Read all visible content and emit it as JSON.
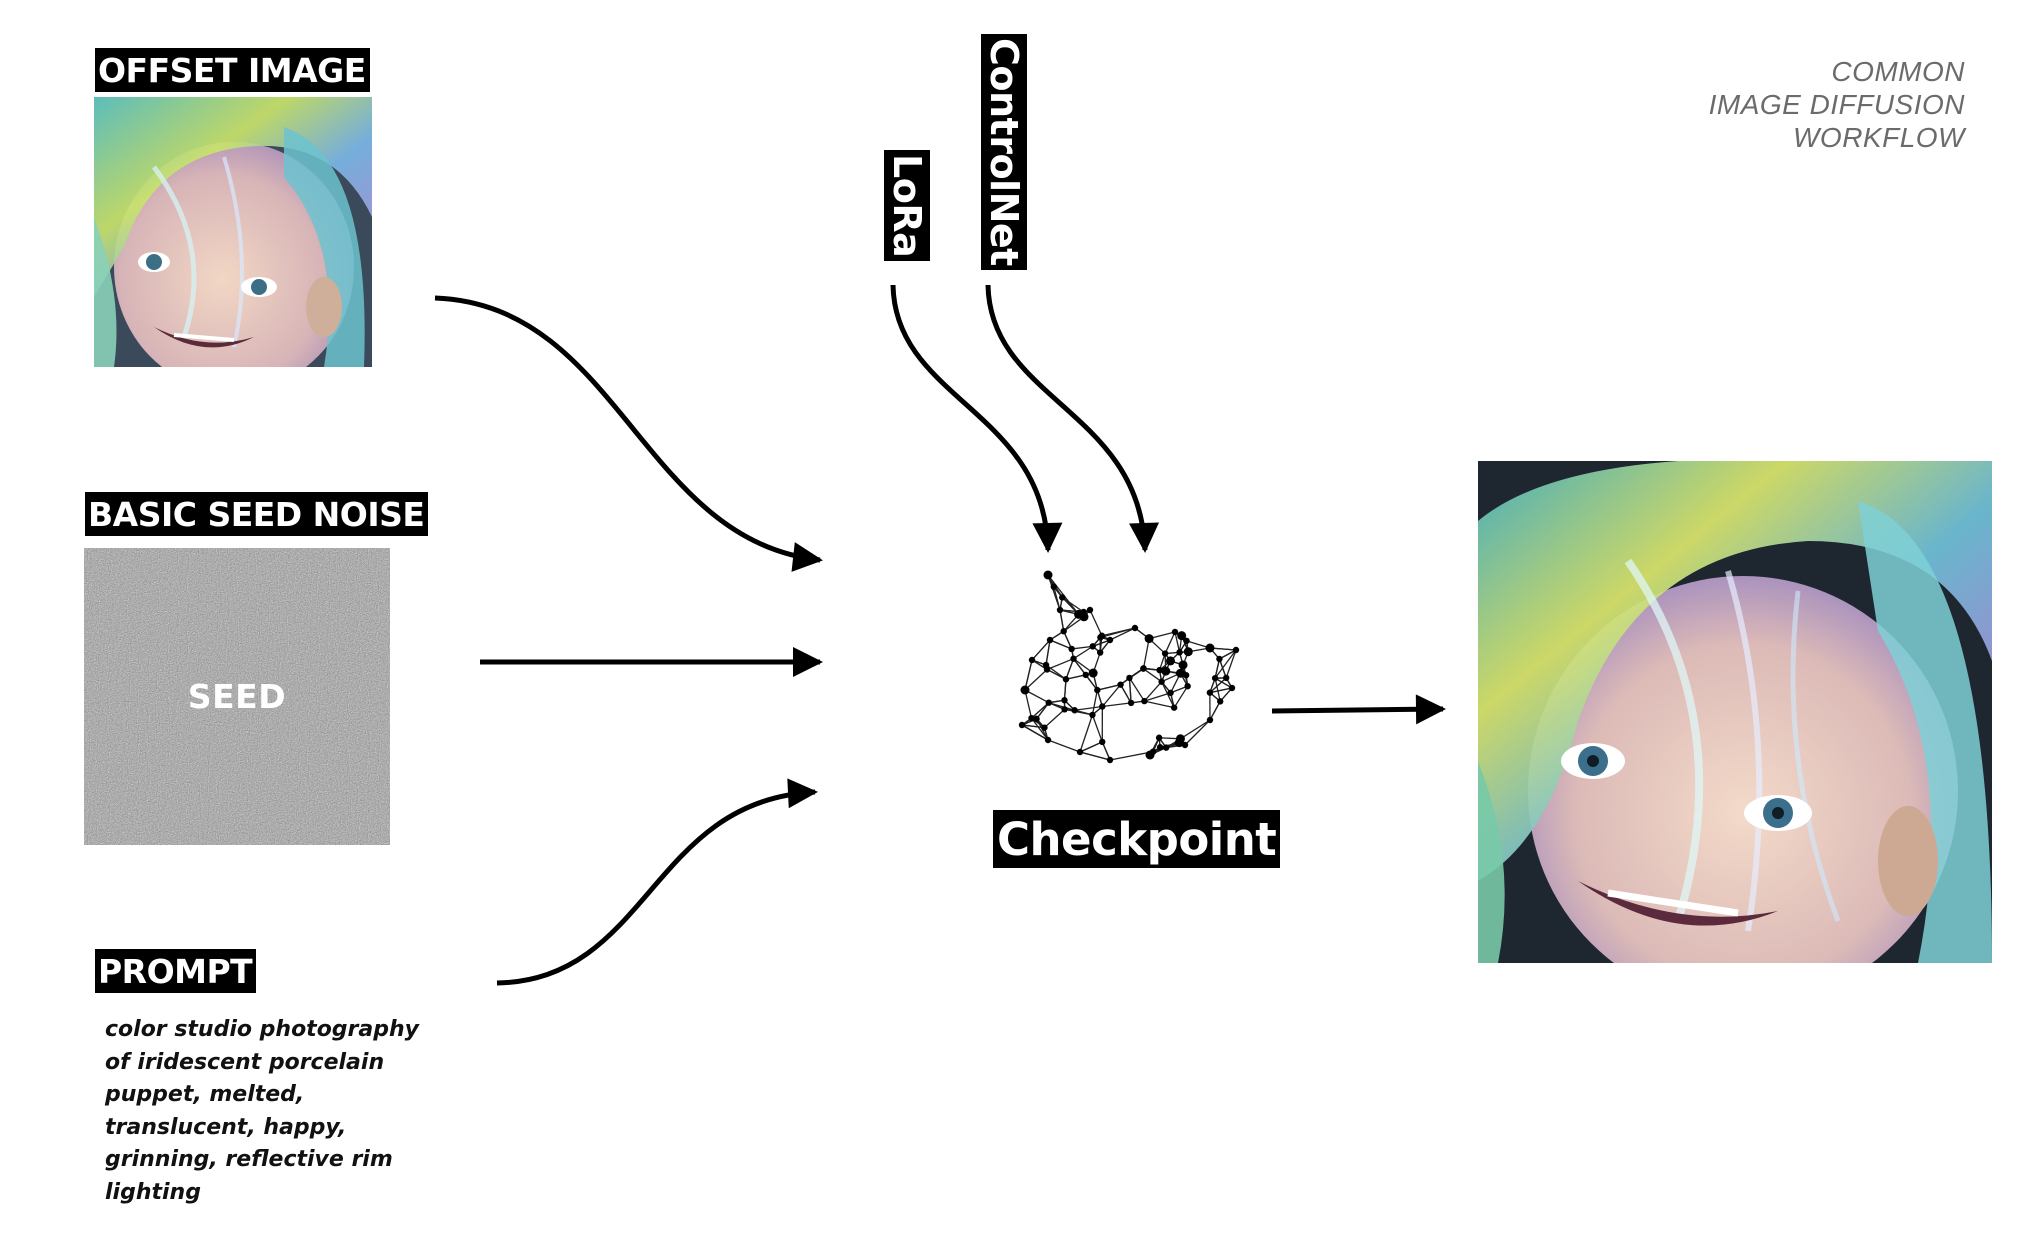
{
  "title": {
    "line1": "COMMON",
    "line2": "IMAGE DIFFUSION",
    "line3": "WORKFLOW"
  },
  "inputs": {
    "offset_image_label": "OFFSET IMAGE",
    "seed_noise_label": "BASIC SEED NOISE",
    "seed_text": "SEED",
    "prompt_label": "PROMPT",
    "prompt_lines": [
      "color studio photography",
      "of iridescent porcelain",
      "puppet, melted,",
      "translucent, happy,",
      "grinning, reflective rim",
      "lighting"
    ]
  },
  "modifiers": {
    "lora_label": "LoRa",
    "controlnet_label": "ControlNet"
  },
  "model": {
    "checkpoint_label": "Checkpoint"
  },
  "colors": {
    "background": "#ffffff",
    "label_bg": "#000000",
    "label_fg": "#ffffff",
    "title": "#6b6b6b",
    "noise": "#9a9a9a"
  }
}
